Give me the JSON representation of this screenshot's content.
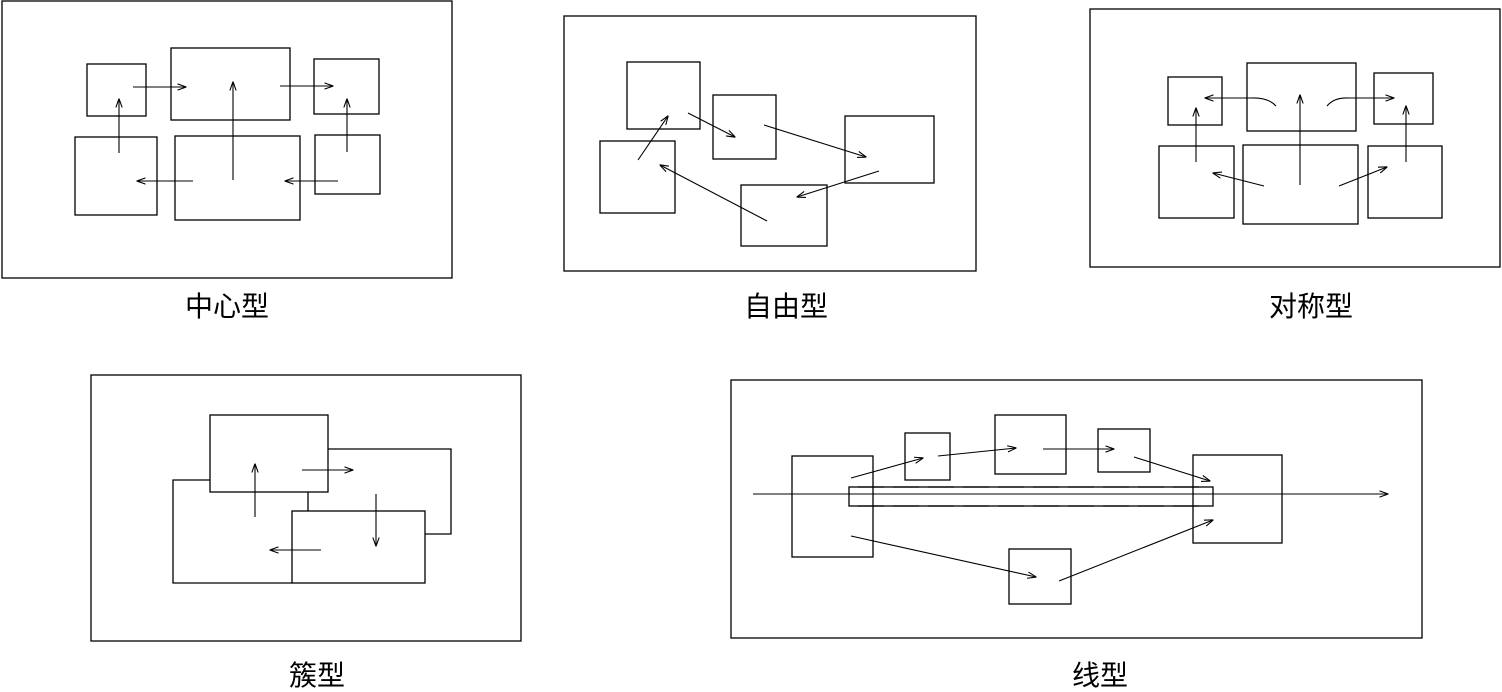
{
  "panels": [
    {
      "id": "central",
      "caption": "中心型"
    },
    {
      "id": "free",
      "caption": "自由型"
    },
    {
      "id": "symmetric",
      "caption": "对称型"
    },
    {
      "id": "cluster",
      "caption": "簇型"
    },
    {
      "id": "linear",
      "caption": "线型"
    }
  ],
  "colors": {
    "stroke": "#000000",
    "background": "#ffffff"
  }
}
